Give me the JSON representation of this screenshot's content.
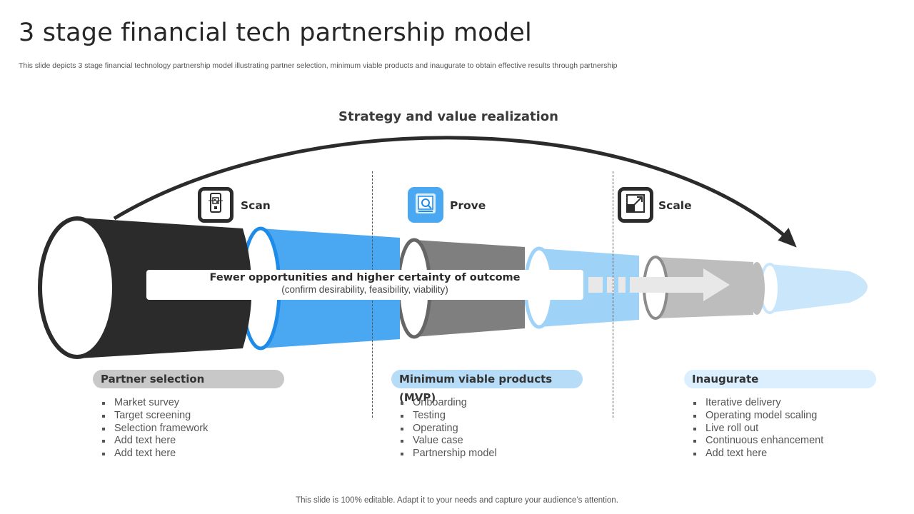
{
  "title": "3 stage financial tech partnership model",
  "subtitle": "This slide depicts 3 stage financial technology partnership model illustrating partner selection, minimum viable products and inaugurate to obtain effective results through partnership",
  "heading": "Strategy and value realization",
  "stages": [
    {
      "label": "Scan",
      "icon": "mobile-scan-icon"
    },
    {
      "label": "Prove",
      "icon": "magnifier-chart-icon"
    },
    {
      "label": "Scale",
      "icon": "resize-icon"
    }
  ],
  "banner": {
    "main": "Fewer opportunities and higher certainty of outcome",
    "sub": "(confirm desirability, feasibility, viability)"
  },
  "columns": [
    {
      "header": "Partner selection",
      "items": [
        "Market survey",
        "Target screening",
        "Selection framework",
        "Add text here",
        "Add text here"
      ]
    },
    {
      "header": "Minimum viable products (MVP)",
      "items": [
        "Onboarding",
        "Testing",
        "Operating",
        "Value case",
        "Partnership model"
      ]
    },
    {
      "header": "Inaugurate",
      "items": [
        "Iterative delivery",
        "Operating model scaling",
        "Live roll out",
        "Continuous enhancement",
        "Add text here"
      ]
    }
  ],
  "colors": {
    "black": "#2b2b2b",
    "blue": "#4aa8f2",
    "dark_grey": "#7f7f7f",
    "light_blue": "#9fd2f7",
    "light_grey": "#bdbdbd",
    "pale_blue": "#c9e6fb",
    "pill_grey": "#c8c8c8",
    "pill_blue": "#b7dcf7",
    "pill_pale": "#dcefff"
  },
  "footer": "This slide is 100% editable. Adapt it to your needs and capture your audience’s attention."
}
